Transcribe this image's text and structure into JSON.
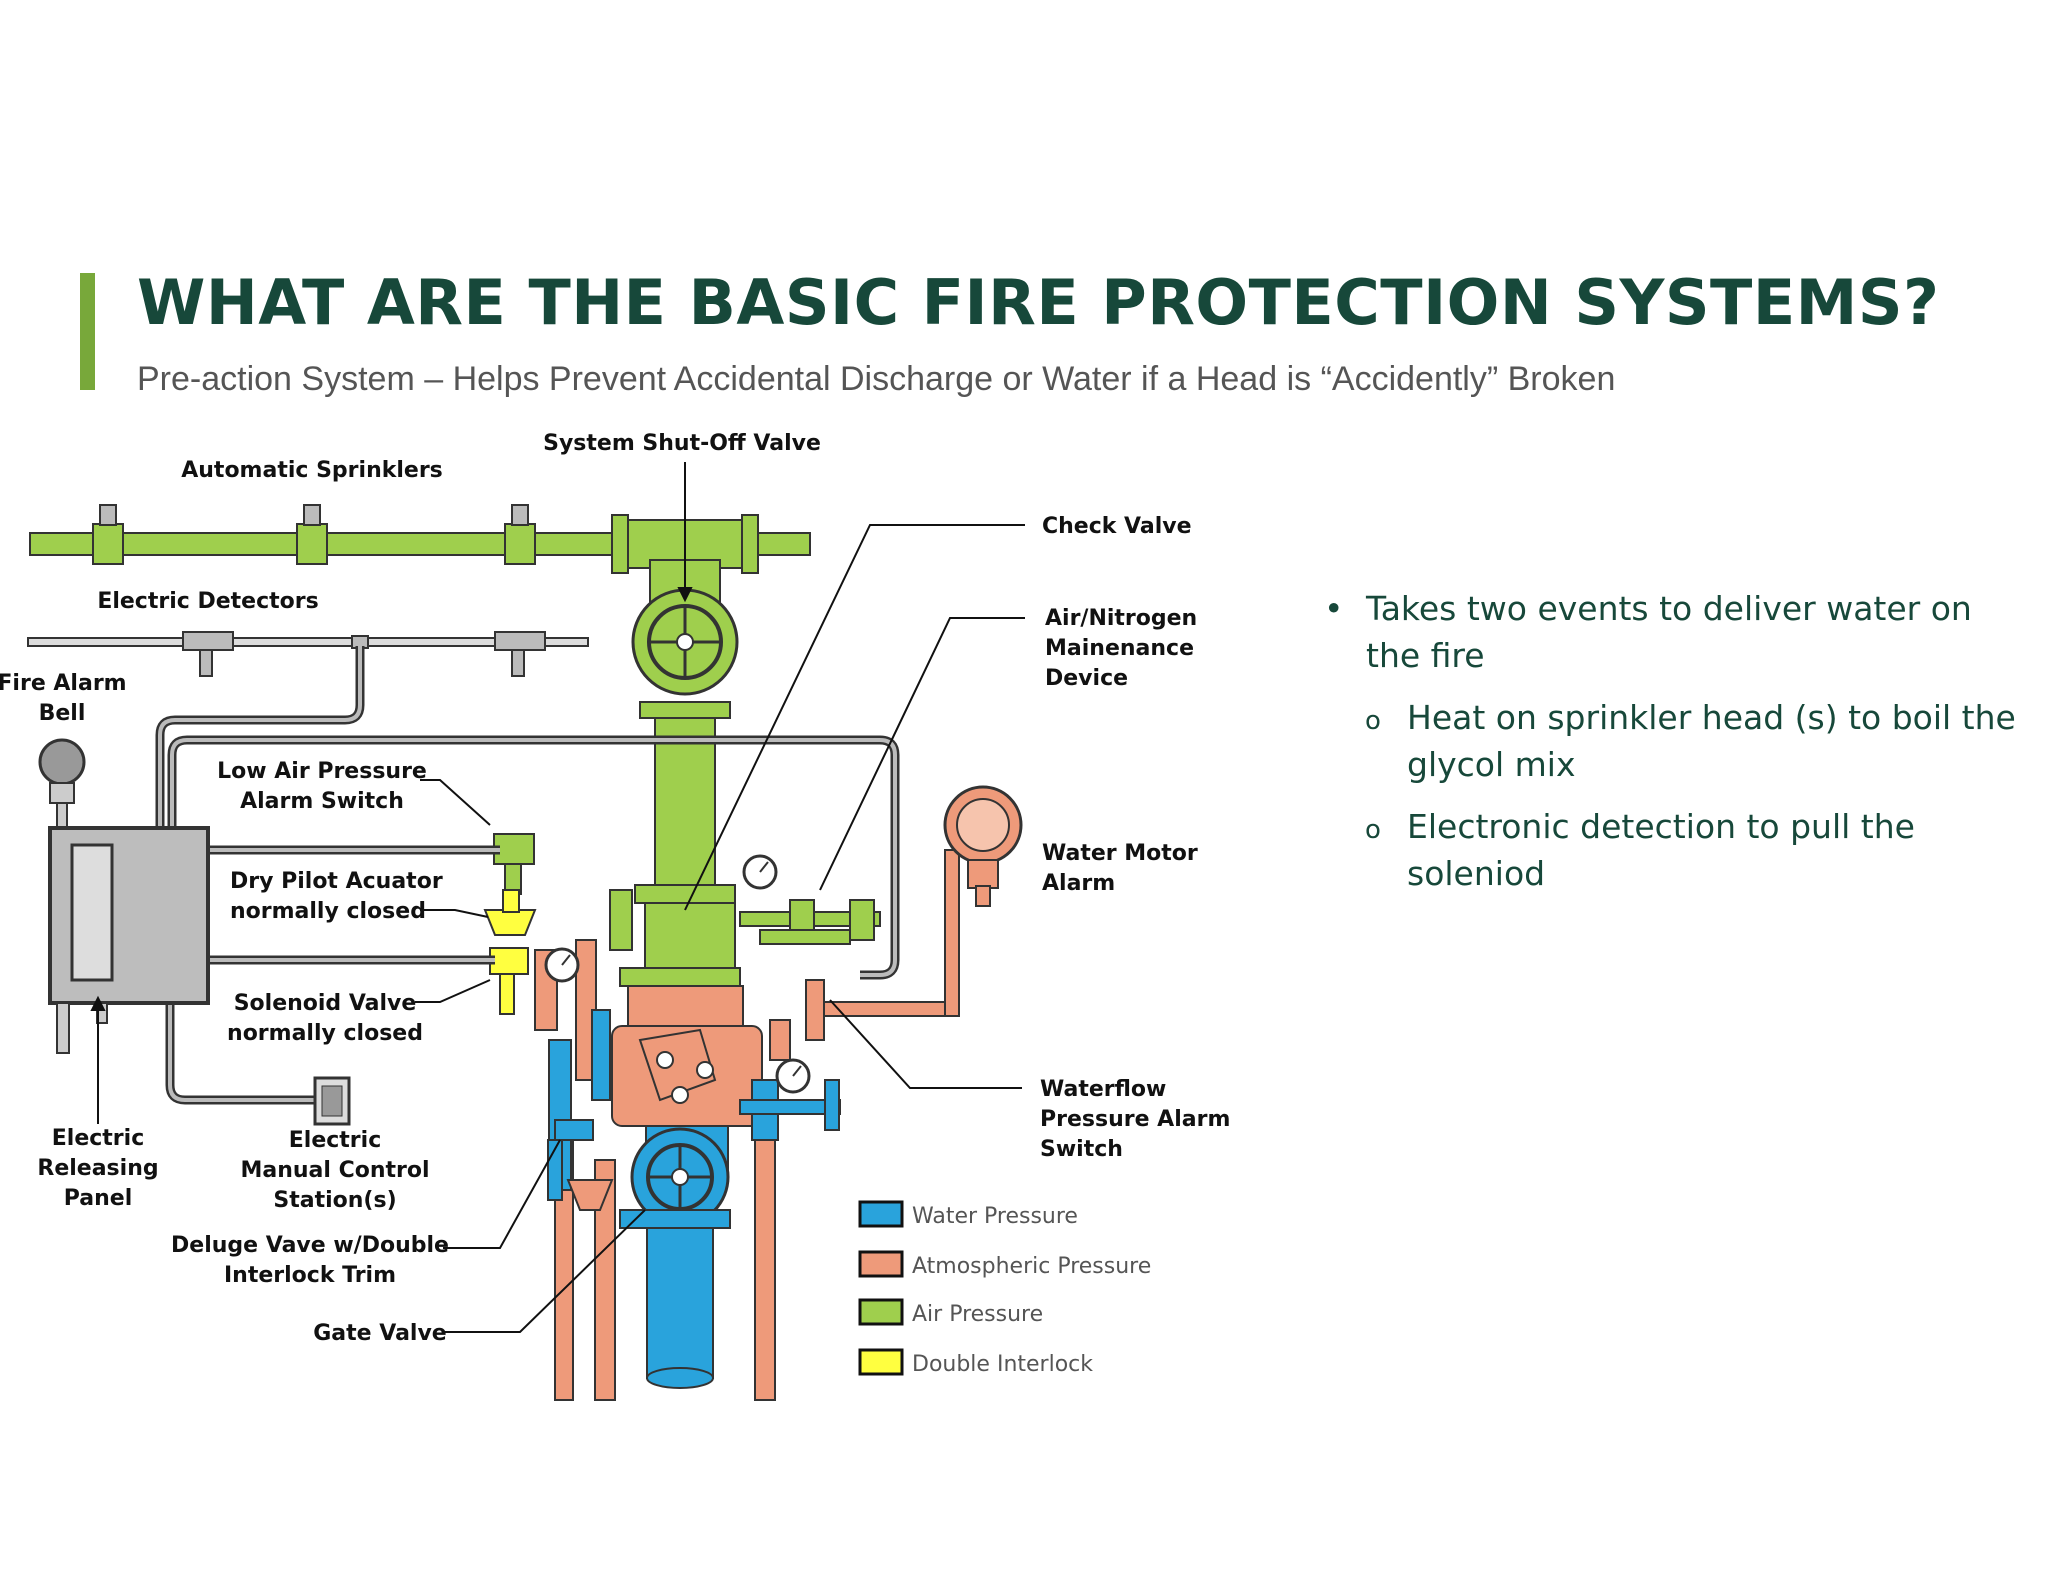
{
  "slide": {
    "title": "WHAT ARE THE BASIC FIRE PROTECTION SYSTEMS?",
    "subtitle": "Pre-action System – Helps Prevent Accidental Discharge or Water if a Head is “Accidently” Broken",
    "accent_color": "#78a83a",
    "title_color": "#17483a"
  },
  "diagram": {
    "labels": {
      "system_shutoff_valve": "System Shut-Off Valve",
      "automatic_sprinklers": "Automatic Sprinklers",
      "check_valve": "Check Valve",
      "electric_detectors": "Electric Detectors",
      "air_nitrogen_1": "Air/Nitrogen",
      "air_nitrogen_2": "Mainenance",
      "air_nitrogen_3": "Device",
      "fire_alarm_bell_1": "Fire Alarm",
      "fire_alarm_bell_2": "Bell",
      "low_air_1": "Low Air Pressure",
      "low_air_2": "Alarm Switch",
      "dry_pilot_1": "Dry Pilot Acuator",
      "dry_pilot_2": "normally closed",
      "water_motor_1": "Water Motor",
      "water_motor_2": "Alarm",
      "solenoid_1": "Solenoid Valve",
      "solenoid_2": "normally closed",
      "waterflow_1": "Waterflow",
      "waterflow_2": "Pressure Alarm",
      "waterflow_3": "Switch",
      "releasing_panel_1": "Electric",
      "releasing_panel_2": "Releasing",
      "releasing_panel_3": "Panel",
      "manual_control_1": "Electric",
      "manual_control_2": "Manual Control",
      "manual_control_3": "Station(s)",
      "deluge_1": "Deluge Vave w/Double",
      "deluge_2": "Interlock Trim",
      "gate_valve": "Gate Valve"
    },
    "legend": [
      {
        "label": "Water Pressure",
        "color": "#29a3dc"
      },
      {
        "label": "Atmospheric Pressure",
        "color": "#ee9a7a"
      },
      {
        "label": "Air Pressure",
        "color": "#9fcf4d"
      },
      {
        "label": "Double Interlock",
        "color": "#ffff40"
      }
    ]
  },
  "bullets": {
    "main": "Takes two events to deliver water on the fire",
    "sub": [
      "Heat on sprinkler head (s) to boil the glycol mix",
      "Electronic detection to pull the soleniod"
    ],
    "sub_marker": "o"
  }
}
